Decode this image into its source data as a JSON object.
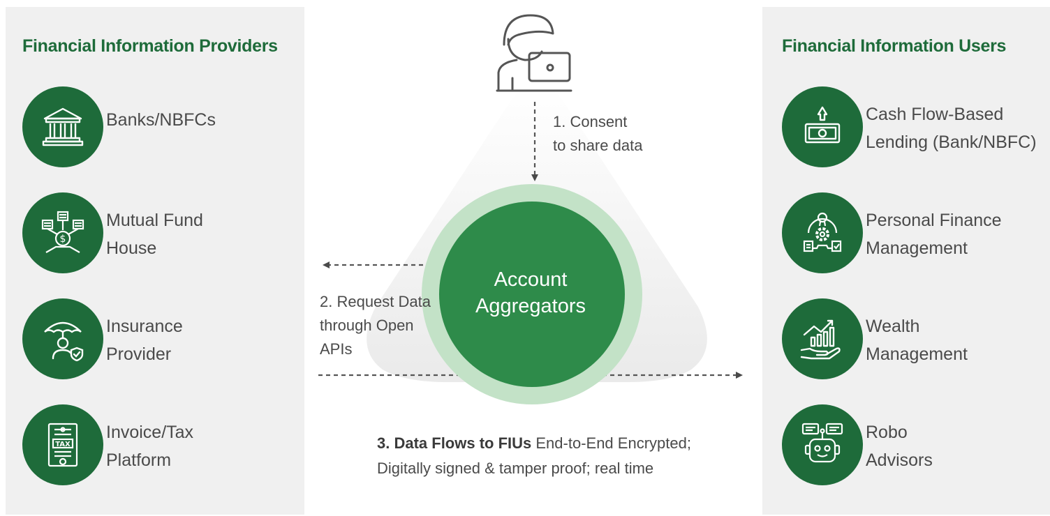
{
  "providers": {
    "title": "Financial Information Providers",
    "items": [
      {
        "label": "Banks/NBFCs",
        "icon": "bank-icon"
      },
      {
        "label": "Mutual Fund\nHouse",
        "icon": "mutual-fund-icon"
      },
      {
        "label": "Insurance\nProvider",
        "icon": "insurance-icon"
      },
      {
        "label": "Invoice/Tax\nPlatform",
        "icon": "tax-document-icon"
      }
    ]
  },
  "users": {
    "title": "Financial Information Users",
    "items": [
      {
        "label": "Cash Flow-Based\nLending (Bank/NBFC)",
        "icon": "cash-lending-icon"
      },
      {
        "label": "Personal Finance\nManagement",
        "icon": "finance-gear-icon"
      },
      {
        "label": "Wealth\nManagement",
        "icon": "wealth-growth-icon"
      },
      {
        "label": "Robo\nAdvisors",
        "icon": "robot-icon"
      }
    ]
  },
  "center": {
    "aggregator": "Account\nAggregators",
    "step1": "1. Consent\nto share data",
    "step2": "2. Request Data\nthrough Open\nAPIs",
    "step3_bold": "3. Data Flows to FIUs",
    "step3_rest": " End-to-End Encrypted;",
    "step3_line2": "Digitally signed & tamper proof; real time",
    "user_icon": "user-laptop-icon"
  },
  "colors": {
    "brand_green": "#1e6b3a",
    "aggregator_green": "#2e8b4a",
    "ring_green": "#bfe0c4",
    "panel_gray": "#f0f0f0"
  }
}
